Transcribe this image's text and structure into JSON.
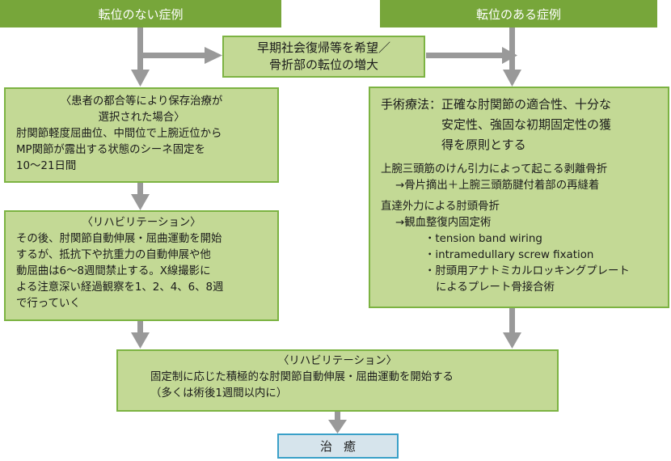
{
  "headers": {
    "no_displacement": "転位のない症例",
    "displacement": "転位のある症例"
  },
  "middle_box": {
    "lines": [
      "早期社会復帰等を希望／",
      "骨折部の転位の増大"
    ]
  },
  "conservative_box": {
    "title_lines": [
      "〈患者の都合等により保存治療が",
      "選択された場合〉"
    ],
    "body_lines": [
      "肘関節軽度屈曲位、中間位で上腕近位から",
      "MP関節が露出する状態のシーネ固定を",
      "10〜21日間"
    ]
  },
  "surgery_box": {
    "label": "手術療法：",
    "principle_lines": [
      "正確な肘関節の適合性、十分な",
      "安定性、強固な初期固定性の獲",
      "得を原則とする"
    ],
    "avulsion": {
      "title": "上腕三頭筋のけん引力によって起こる剥離骨折",
      "treatment": "→骨片摘出＋上腕三頭筋腱付着部の再縫着"
    },
    "direct": {
      "title": "直達外力による肘頭骨折",
      "treatment": "→観血整復内固定術",
      "methods": [
        "・tension band wiring",
        "・intramedullary screw fixation",
        "・肘頭用アナトミカルロッキングプレート"
      ],
      "methods_cont": "によるプレート骨接合術"
    }
  },
  "rehab_left": {
    "title": "〈リハビリテーション〉",
    "body_lines": [
      "その後、肘関節自動伸展・屈曲運動を開始",
      "するが、抵抗下や抗重力の自動伸展や他",
      "動屈曲は6〜8週間禁止する。X線撮影に",
      "よる注意深い経過観察を1、2、4、6、8週",
      "で行っていく"
    ]
  },
  "rehab_bottom": {
    "title": "〈リハビリテーション〉",
    "line1": "固定制に応じた積極的な肘関節自動伸展・屈曲運動を開始する",
    "line2": "（多くは術後1週間以内に）"
  },
  "outcome": {
    "label": "治癒"
  },
  "colors": {
    "header_green": "#77a63a",
    "box_fill": "#c3d995",
    "box_border": "#7cb342",
    "arrow_gray": "#999999",
    "outcome_fill": "#d6e4ec",
    "outcome_border": "#3aa0c8"
  }
}
